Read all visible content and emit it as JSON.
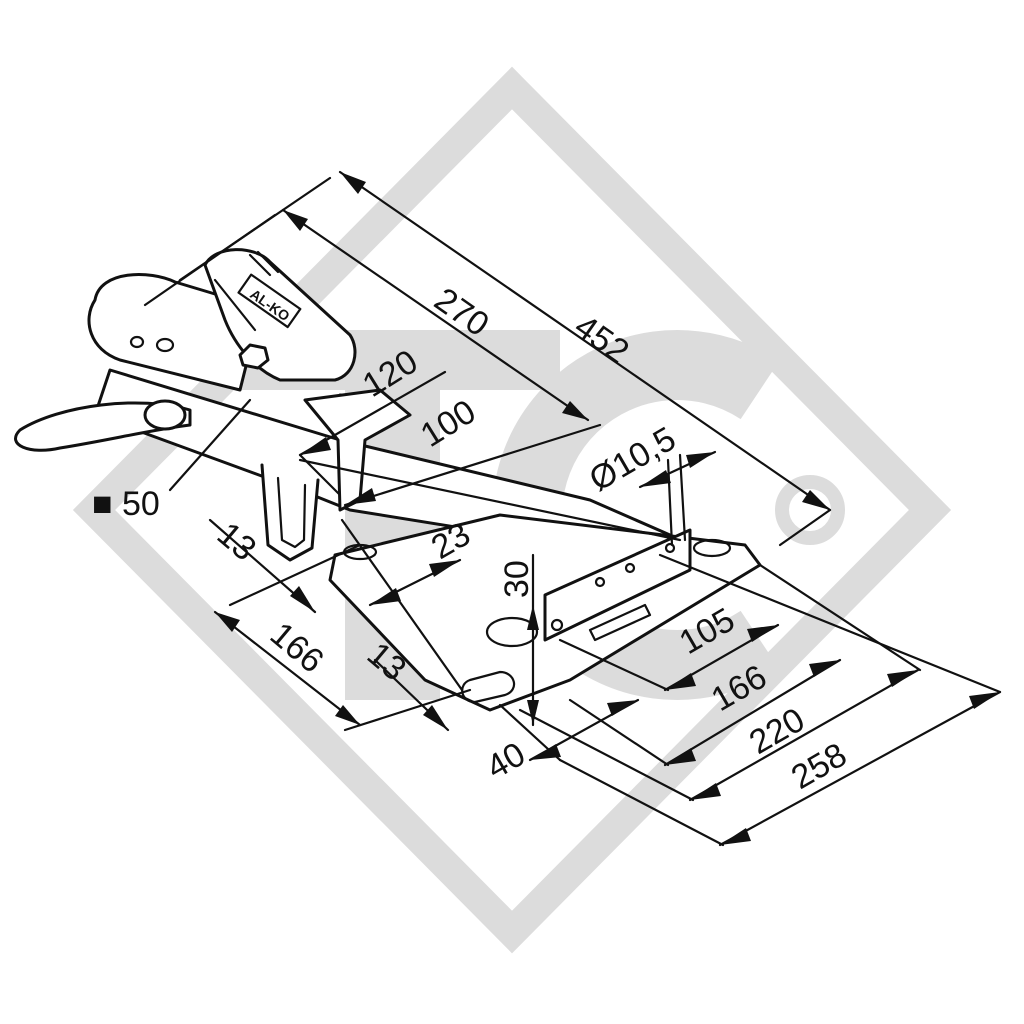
{
  "watermark": {
    "letters": "TC",
    "color": "#dcdcdc"
  },
  "brand": {
    "logo_text": "AL-KO"
  },
  "dimensions": {
    "d270": "270",
    "d452": "452",
    "d120": "120",
    "d100": "100",
    "d_bore": "Ø10,5",
    "d50": "■ 50",
    "d13a": "13",
    "d23": "23",
    "d30": "30",
    "d166a": "166",
    "d13b": "13",
    "d105": "105",
    "d166b": "166",
    "d40": "40",
    "d220": "220",
    "d258": "258"
  },
  "colors": {
    "ink": "#111111",
    "background": "#ffffff"
  }
}
